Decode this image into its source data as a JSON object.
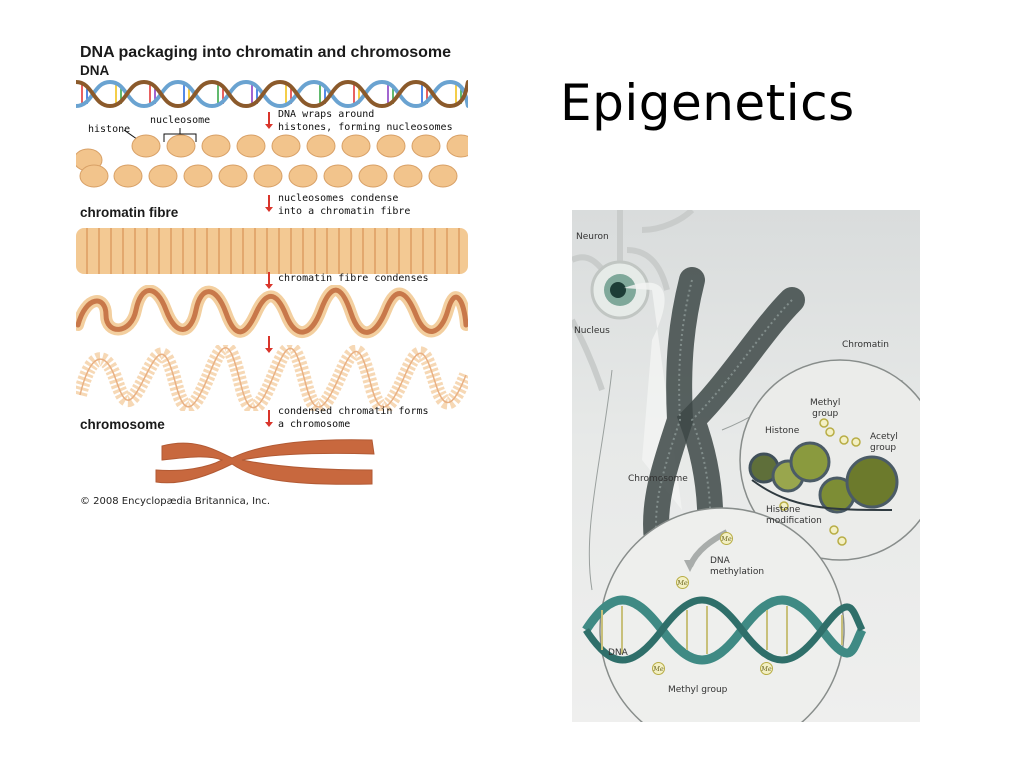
{
  "slide": {
    "title": "Epigenetics"
  },
  "left_diagram": {
    "title": "DNA packaging into chromatin and chromosome",
    "sections": {
      "dna": "DNA",
      "chromatin_fibre": "chromatin fibre",
      "chromosome": "chromosome"
    },
    "labels": {
      "histone": "histone",
      "nucleosome": "nucleosome"
    },
    "steps": [
      {
        "line1": "DNA wraps around",
        "line2": "histones, forming nucleosomes"
      },
      {
        "line1": "nucleosomes condense",
        "line2": "into a chromatin fibre"
      },
      {
        "line1": "chromatin fibre condenses",
        "line2": ""
      },
      {
        "line1": "",
        "line2": ""
      },
      {
        "line1": "condensed chromatin forms",
        "line2": "a chromosome"
      }
    ],
    "copyright": "© 2008 Encyclopædia Britannica, Inc.",
    "colors": {
      "nucleosome": "#f2c48c",
      "chromatin": "#e8b07a",
      "chromosome": "#c8683e",
      "arrow": "#d9352b"
    }
  },
  "right_illustration": {
    "labels": {
      "neuron": "Neuron",
      "nucleus": "Nucleus",
      "chromatin": "Chromatin",
      "chromosome": "Chromosome",
      "methyl_group_top_line1": "Methyl",
      "methyl_group_top_line2": "group",
      "histone": "Histone",
      "acetyl_group_line1": "Acetyl",
      "acetyl_group_line2": "group",
      "histone_modification_line1": "Histone",
      "histone_modification_line2": "modification",
      "dna_methylation_line1": "DNA",
      "dna_methylation_line2": "methylation",
      "dna": "DNA",
      "methyl_group_bottom": "Methyl group"
    },
    "badge_text": "Me"
  }
}
